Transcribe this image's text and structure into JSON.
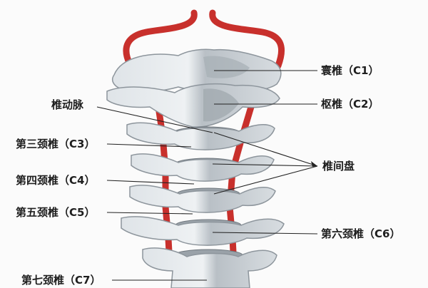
{
  "labels": {
    "c1": "寰椎（C1）",
    "c2": "枢椎（C2）",
    "vertebral_artery": "椎动脉",
    "c3": "第三颈椎（C3）",
    "disc": "椎间盘",
    "c4": "第四颈椎（C4）",
    "c5": "第五颈椎（C5）",
    "c6": "第六颈椎（C6）",
    "c7": "第七颈椎（C7）"
  },
  "colors": {
    "bone_light": "#e6ebef",
    "bone_mid": "#c9d0d6",
    "bone_dark": "#8d959c",
    "artery": "#c8302c",
    "disc": "#9aa2a9",
    "line": "#222222"
  }
}
